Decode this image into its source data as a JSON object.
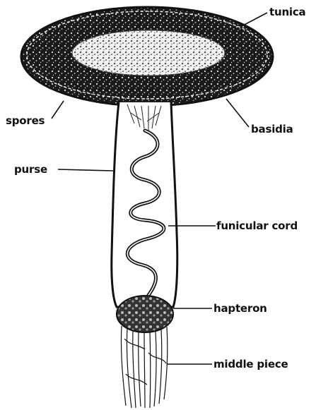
{
  "labels": {
    "tunica": "tunica",
    "spores": "spores",
    "basidia": "basidia",
    "purse": "purse",
    "funicular_cord": "funicular cord",
    "hapteron": "hapteron",
    "middle_piece": "middle piece"
  },
  "colors": {
    "ink": "#111111",
    "background": "#ffffff"
  }
}
